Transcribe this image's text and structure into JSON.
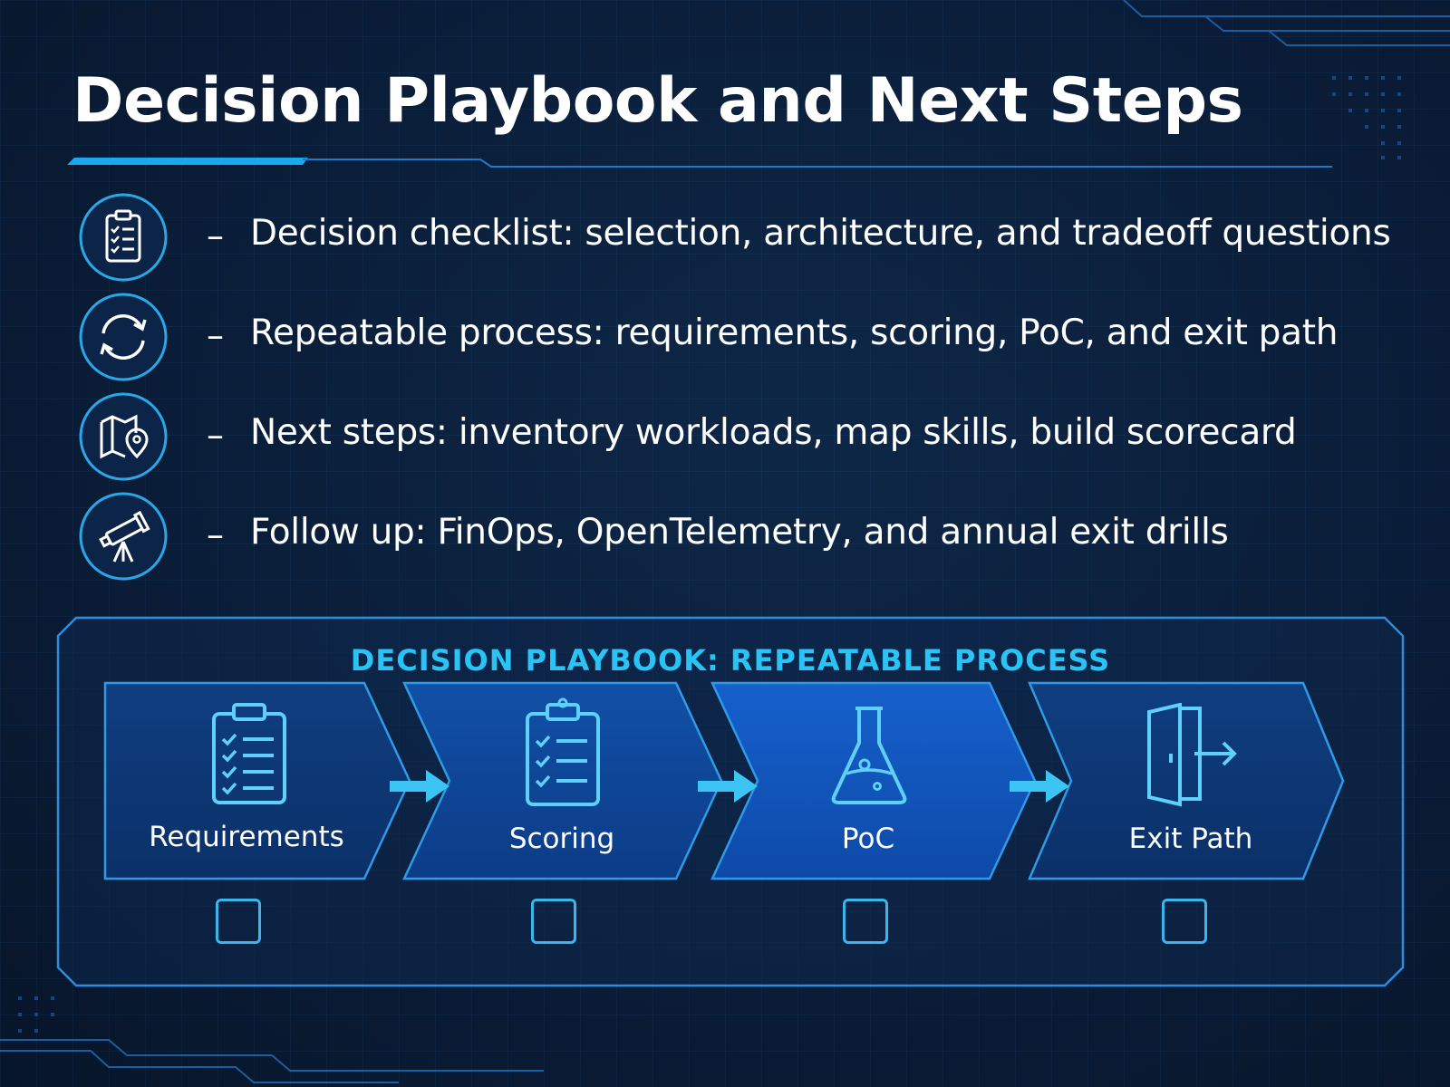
{
  "slide": {
    "title": "Decision Playbook and Next Steps"
  },
  "bullets": [
    {
      "icon": "clipboard-checklist-icon",
      "text": "Decision checklist: selection, architecture, and tradeoff questions"
    },
    {
      "icon": "refresh-cycle-icon",
      "text": "Repeatable process: requirements, scoring, PoC, and exit path"
    },
    {
      "icon": "map-pin-icon",
      "text": "Next steps: inventory workloads, map skills, build scorecard"
    },
    {
      "icon": "telescope-icon",
      "text": "Follow up: FinOps, OpenTelemetry, and annual exit drills"
    }
  ],
  "bullet_dash": "–",
  "playbook": {
    "title": "DECISION PLAYBOOK: REPEATABLE PROCESS",
    "steps": [
      {
        "label": "Requirements",
        "icon": "clipboard-checklist-icon",
        "checked": false
      },
      {
        "label": "Scoring",
        "icon": "clipboard-checklist-icon",
        "checked": false
      },
      {
        "label": "PoC",
        "icon": "flask-icon",
        "checked": false
      },
      {
        "label": "Exit Path",
        "icon": "exit-door-icon",
        "checked": false
      }
    ]
  },
  "colors": {
    "accent": "#29c4f5",
    "background": "#0a1d38",
    "chevron_fill": "#0d3a78",
    "chevron_active": "#0d4fb0"
  }
}
